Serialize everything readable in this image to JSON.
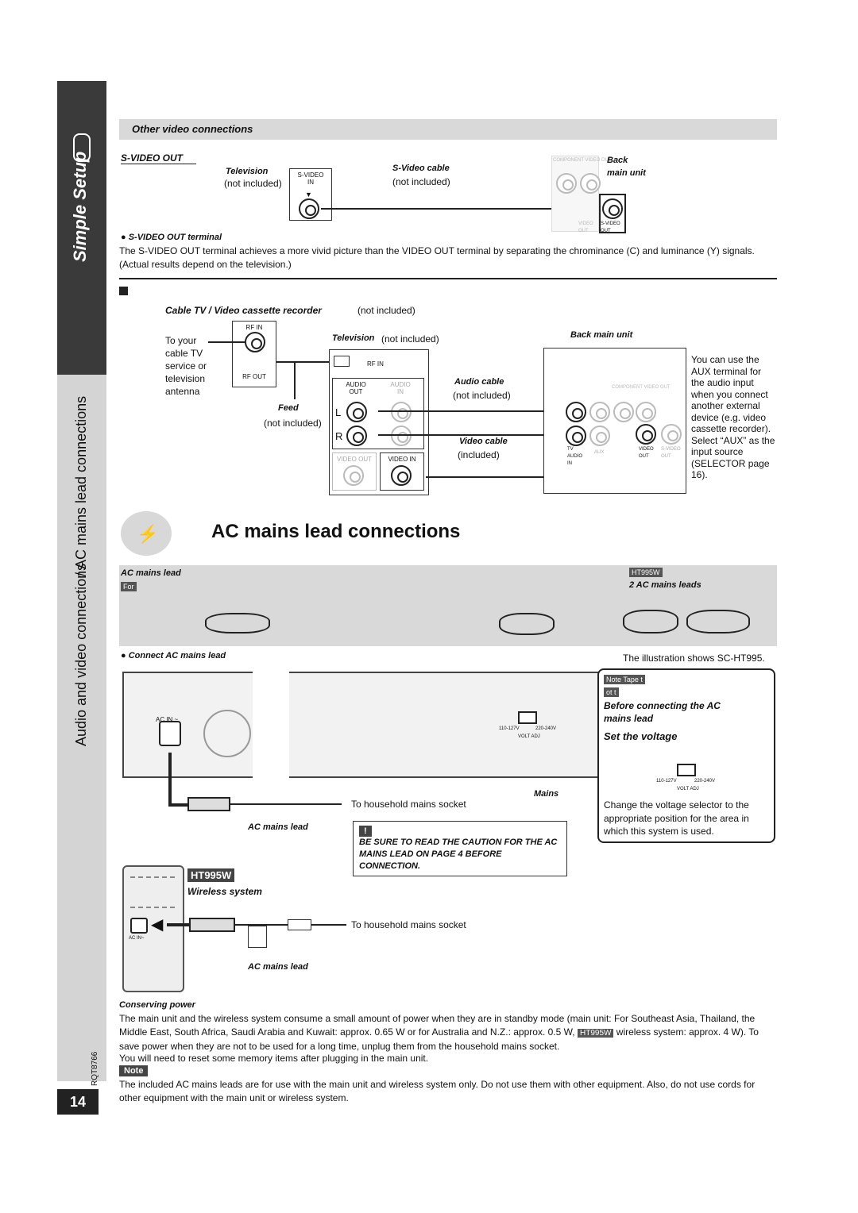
{
  "sidebar": {
    "section_label": "Simple Setup",
    "vertical_title_1": "Audio and video connections",
    "vertical_title_2": "/ AC mains lead connections",
    "doc_code": "RQT8766",
    "page_number": "14"
  },
  "svideo": {
    "section_heading": "Other video connections",
    "sub_heading": "S-VIDEO OUT",
    "tv_label": "Television",
    "not_included_1": "(not included)",
    "jack_label": "S-VIDEO\nIN",
    "cable_label": "S-Video cable",
    "not_included_2": "(not included)",
    "main_unit_label_1": "Back",
    "main_unit_label_2": "main unit",
    "panel_header": "COMPONENT VIDEO OUT",
    "panel_video_label": "VIDEO\nOUT",
    "panel_svideo_label": "S-VIDEO\nOUT",
    "bullet_heading": "S-VIDEO OUT terminal",
    "description": "The S-VIDEO OUT terminal achieves a more vivid picture than the VIDEO OUT terminal by separating the chrominance (C) and luminance (Y) signals. (Actual results depend on the television.)"
  },
  "cable": {
    "heading": "Cable TV / Video cassette recorder",
    "rf_cable_not_included": "(not included)",
    "to_your_1": "To your",
    "to_your_2": "cable TV",
    "to_your_3": "service or",
    "to_your_4": "television",
    "to_your_5": "antenna",
    "rf_in": "RF IN",
    "rf_out": "RF OUT",
    "tv_label": "Television",
    "tv_not_included": "(not included)",
    "tv_rf_in": "RF IN",
    "audio_out": "AUDIO\nOUT",
    "audio_in": "AUDIO\nIN",
    "l": "L",
    "r": "R",
    "video_out": "VIDEO OUT",
    "video_in": "VIDEO IN",
    "feed_label": "Feed",
    "feed_not_included": "(not included)",
    "audio_cable_label": "Audio cable",
    "audio_not_included": "(not included)",
    "video_cable_label": "Video cable",
    "video_included": "(included)",
    "back_label": "Back main unit",
    "panel_header": "COMPONENT VIDEO OUT",
    "panel_tv_audio_in": "TV\nAUDIO\nIN",
    "panel_aux": "AUX",
    "panel_video_out": "VIDEO\nOUT",
    "panel_svideo_out": "S-VIDEO\nOUT",
    "side_note": "You can use the AUX terminal for the audio input when you connect another external device (e.g. video cassette recorder). Select “AUX” as the input source (SELECTOR page 16)."
  },
  "ac": {
    "title": "AC mains lead connections",
    "band_heading": "AC mains lead",
    "band_tag_left": "For",
    "band_tag_right": "HT995W",
    "band_tag_right2": "2 AC mains leads",
    "connect_heading": "Connect AC mains lead",
    "illustration_note": "The illustration shows SC-HT995.",
    "ac_in_label": "AC IN ~",
    "volt_low": "110-127V",
    "volt_high": "220-240V",
    "volt_adj": "VOLT ADJ",
    "to_socket_1": "To household mains socket",
    "mains_label": "Mains",
    "ac_lead_label_1": "AC mains lead",
    "caution_badge": "!",
    "caution_text": "BE SURE TO READ THE CAUTION FOR THE AC MAINS LEAD ON PAGE 4 BEFORE CONNECTION.",
    "callout_header": "Note  Tape  t",
    "callout_header2": "ot  t",
    "callout_title_1": "Before connecting the AC",
    "callout_title_2": "mains lead",
    "callout_title_3": "Set the voltage",
    "callout_volt_low": "110-127V",
    "callout_volt_high": "220-240V",
    "callout_volt_adj": "VOLT ADJ",
    "callout_text": "Change the voltage selector to the appropriate position for the area in which this system is used.",
    "wireless_badge": "HT995W",
    "wireless_label": "Wireless system",
    "wireless_ac_in": "AC IN~",
    "to_socket_2": "To household mains socket",
    "ac_lead_label_2": "AC mains lead"
  },
  "footer": {
    "conserve_heading": "Conserving power",
    "conserve_text_1": "The main unit and the wireless system consume a small amount of power when they are in standby mode (main unit: For Southeast Asia, Thailand, the Middle East, South Africa, Saudi Arabia and Kuwait: approx. 0.65 W or for Australia and N.Z.: approx. 0.5 W,",
    "conserve_badge": "HT995W",
    "conserve_text_2": "wireless system: approx. 4 W). To save power when they are not to be used for a long time, unplug them from the household mains socket.",
    "conserve_text_3": "You will need to reset some memory items after plugging in the main unit.",
    "note_label": "Note",
    "note_text": "The included AC mains leads are for use with the main unit and wireless system only. Do not use them with other equipment. Also, do not use cords for other equipment with the main unit or wireless system."
  }
}
